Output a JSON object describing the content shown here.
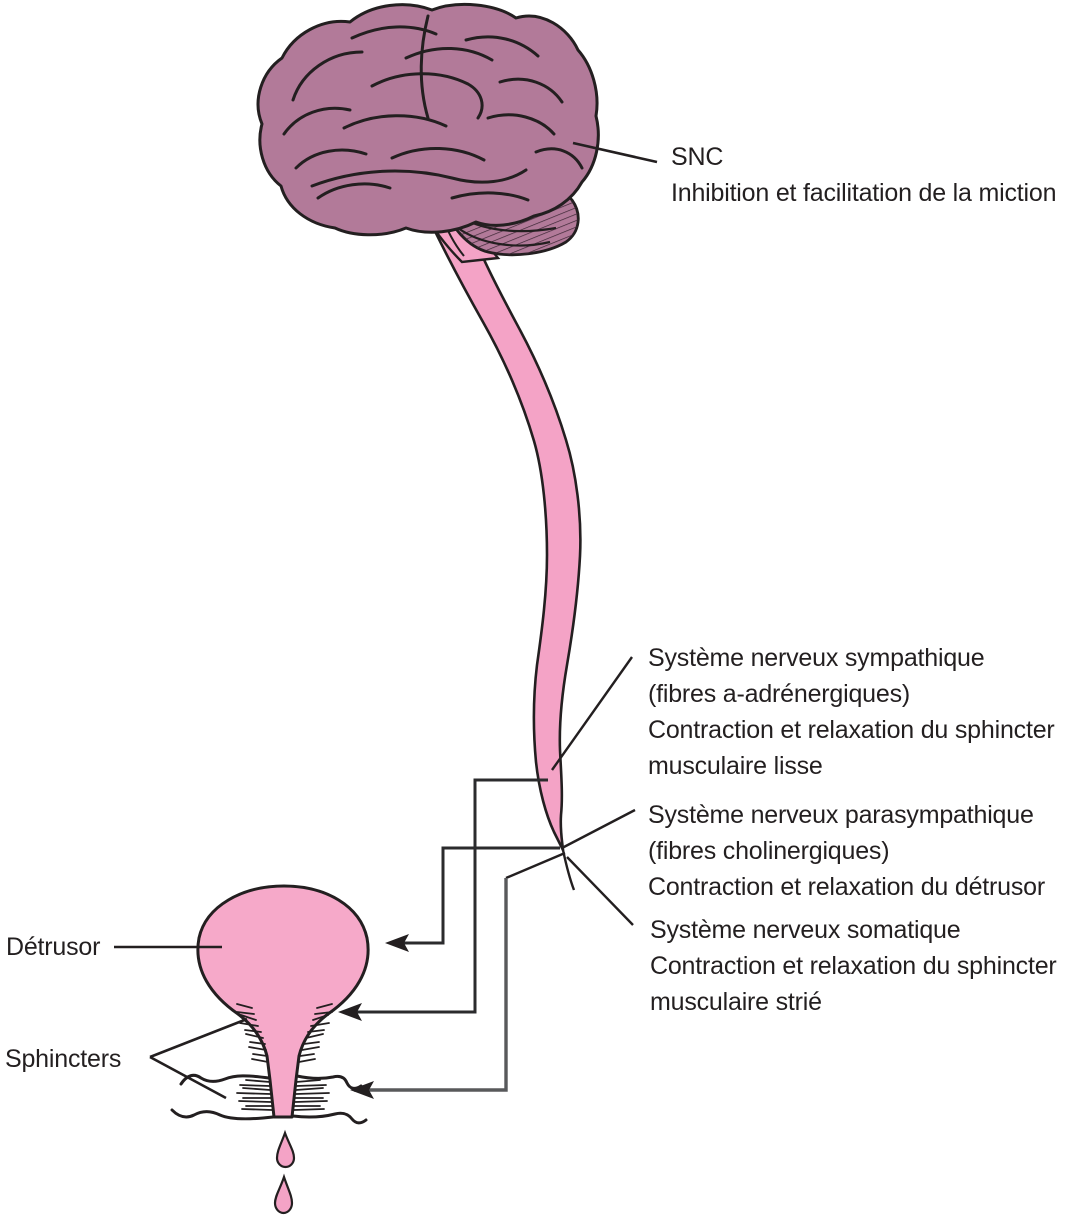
{
  "diagram": {
    "colors": {
      "brain_fill": "#b27a99",
      "cord_fill": "#f4a3c6",
      "bladder_fill": "#f6a9c9",
      "drop_fill": "#f4a3c6",
      "outline": "#231f20",
      "connector_black": "#2b2b2d",
      "connector_gray": "#58595b",
      "text": "#231f20",
      "background": "#ffffff"
    },
    "labels": {
      "snc": {
        "lines": [
          "SNC",
          "Inhibition et facilitation de la miction"
        ]
      },
      "sympathetic": {
        "lines": [
          "Système nerveux sympathique",
          "(fibres a-adrénergiques)",
          "Contraction et relaxation du sphincter",
          "musculaire lisse"
        ]
      },
      "parasympathetic": {
        "lines": [
          "Système nerveux parasympathique",
          "(fibres cholinergiques)",
          "Contraction et relaxation du détrusor"
        ]
      },
      "somatic": {
        "lines": [
          "Système nerveux somatique",
          "Contraction et relaxation du sphincter",
          "musculaire strié"
        ]
      },
      "detrusor": "Détrusor",
      "sphincters": "Sphincters"
    }
  }
}
